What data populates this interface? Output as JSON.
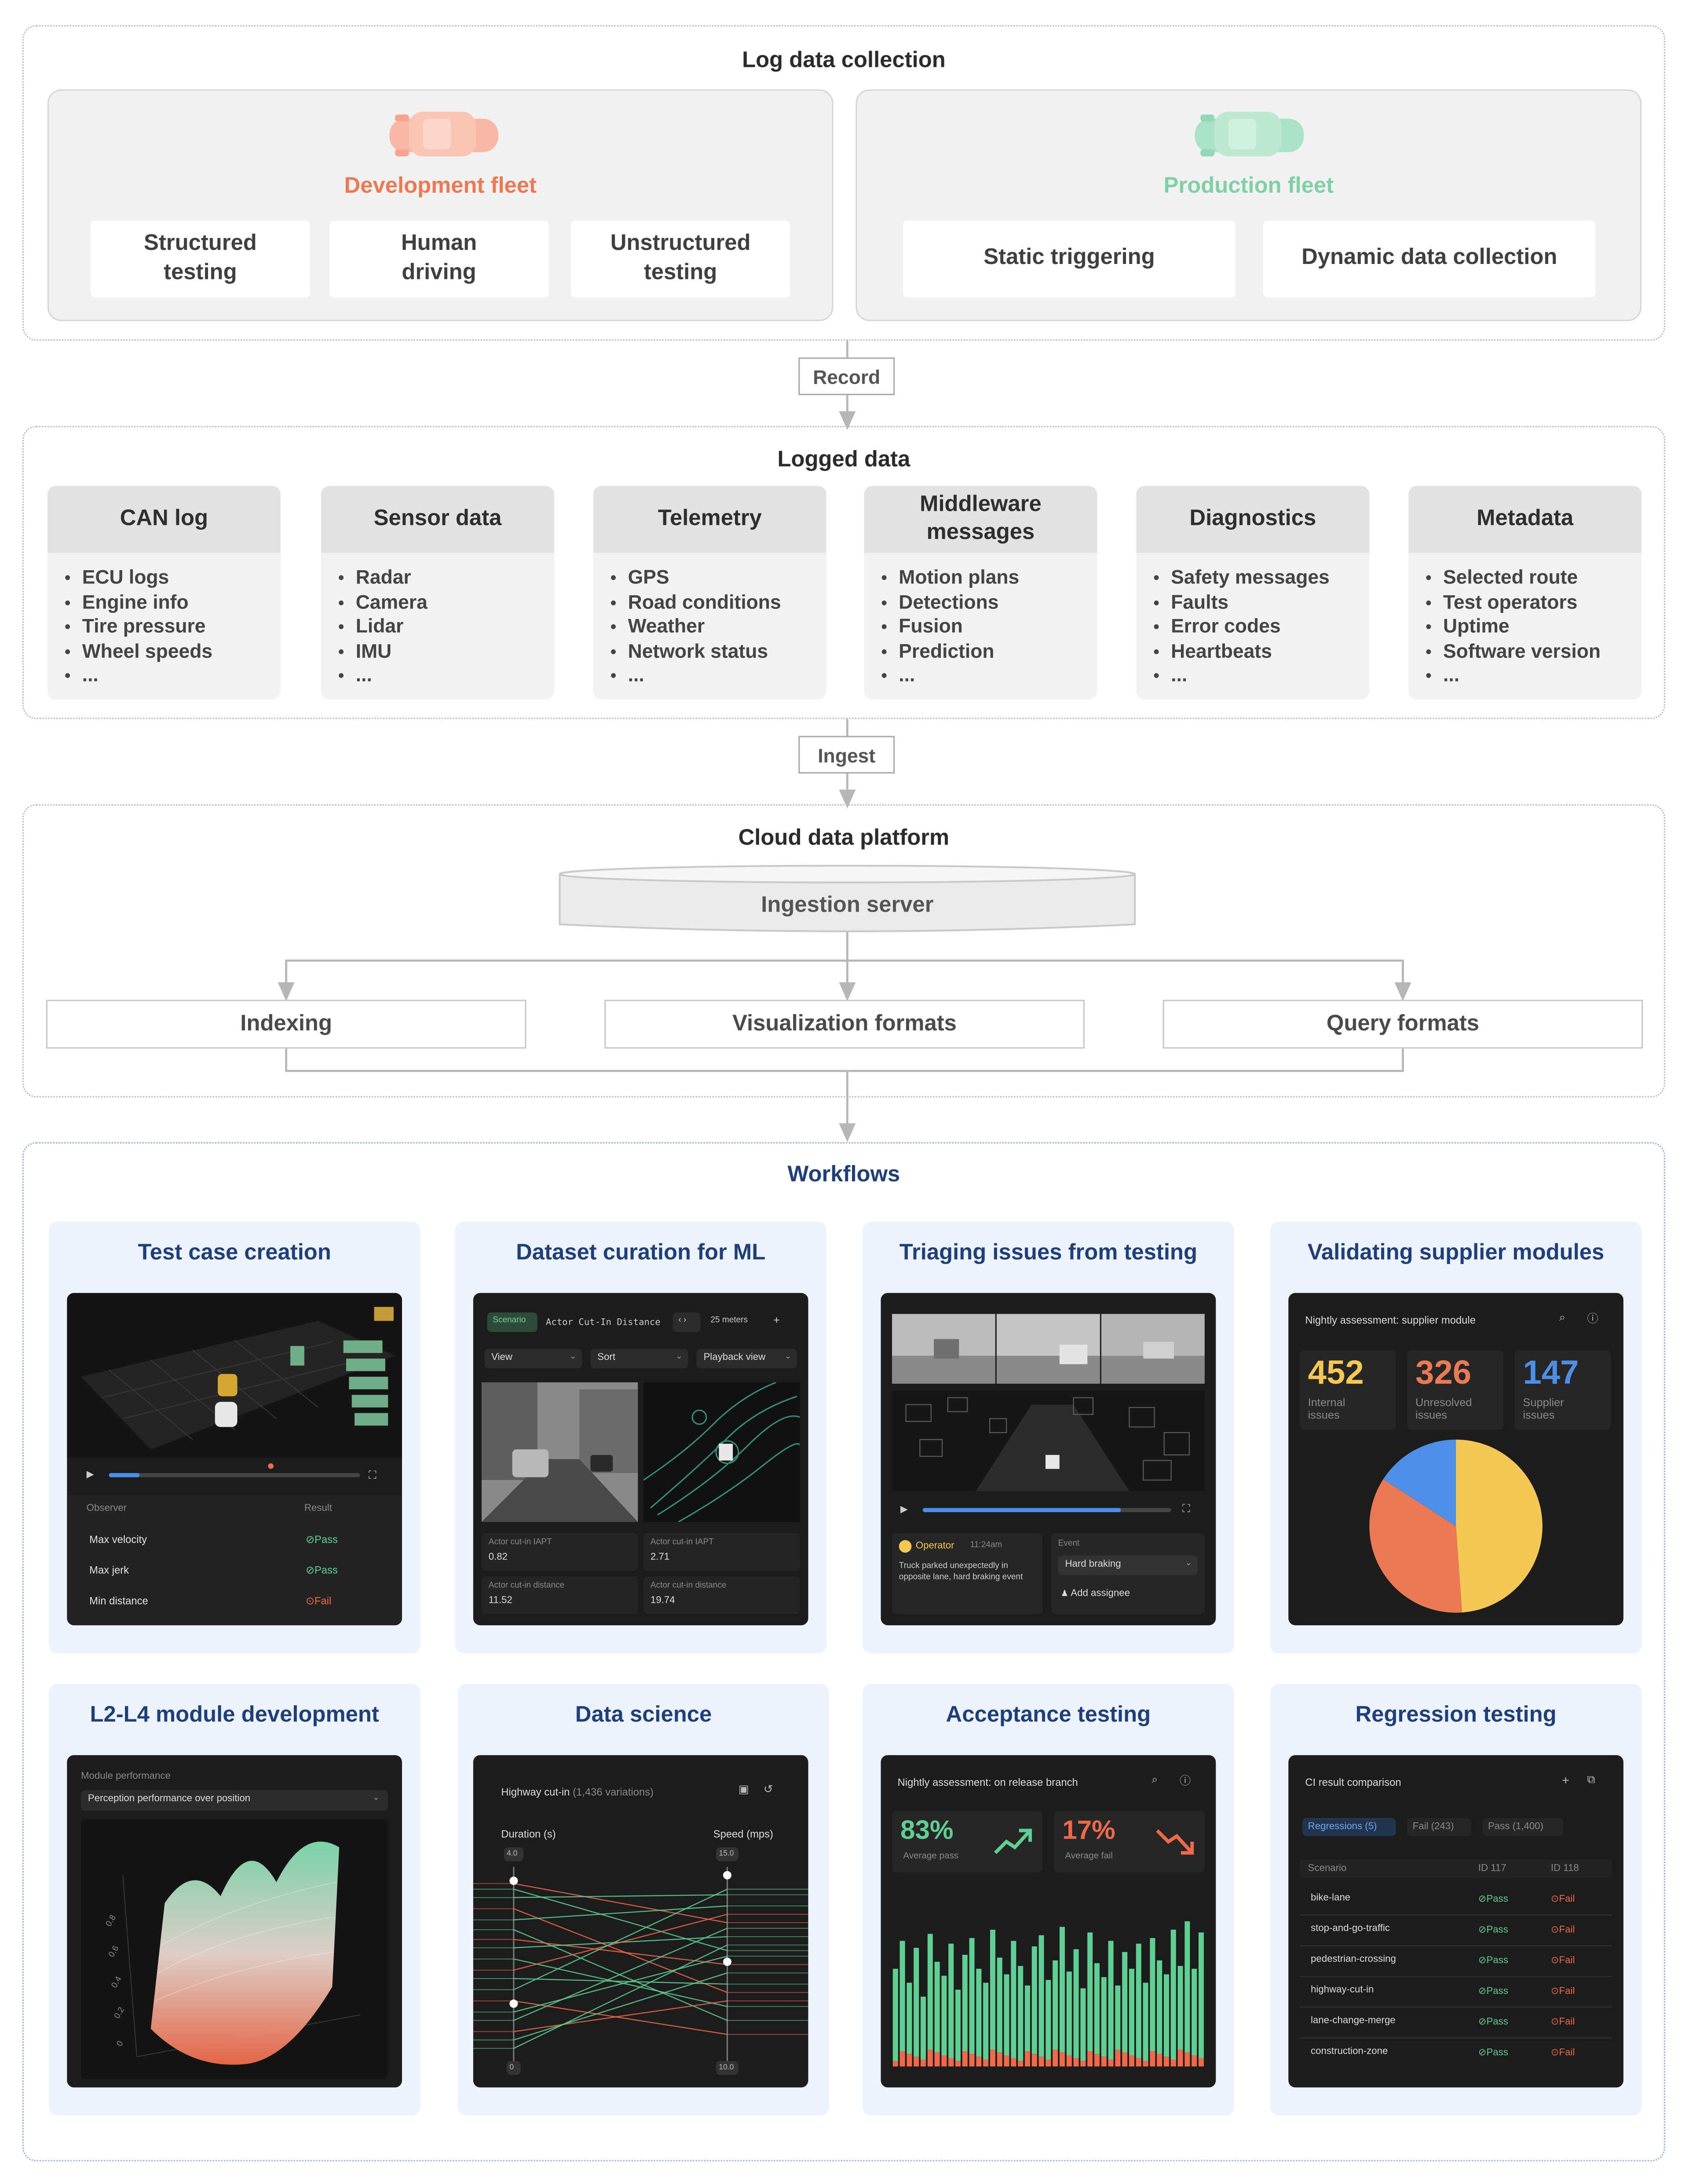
{
  "log_collection": {
    "title": "Log data collection",
    "dev_fleet": {
      "title": "Development fleet",
      "color": "#ea7a54",
      "car_icon": "car-icon",
      "items": [
        "Structured\ntesting",
        "Human\ndriving",
        "Unstructured\ntesting"
      ]
    },
    "prod_fleet": {
      "title": "Production fleet",
      "color": "#7fcfa7",
      "car_icon": "car-icon",
      "items": [
        "Static triggering",
        "Dynamic data collection"
      ]
    }
  },
  "record_label": "Record",
  "logged": {
    "title": "Logged data",
    "cards": [
      {
        "title": "CAN log",
        "items": [
          "ECU logs",
          "Engine info",
          "Tire pressure",
          "Wheel speeds",
          "..."
        ]
      },
      {
        "title": "Sensor data",
        "items": [
          "Radar",
          "Camera",
          "Lidar",
          "IMU",
          "..."
        ]
      },
      {
        "title": "Telemetry",
        "items": [
          "GPS",
          "Road conditions",
          "Weather",
          "Network status",
          "..."
        ]
      },
      {
        "title": "Middleware\nmessages",
        "items": [
          "Motion plans",
          "Detections",
          "Fusion",
          "Prediction",
          "..."
        ]
      },
      {
        "title": "Diagnostics",
        "items": [
          "Safety messages",
          "Faults",
          "Error codes",
          "Heartbeats",
          "..."
        ]
      },
      {
        "title": "Metadata",
        "items": [
          "Selected route",
          "Test operators",
          "Uptime",
          "Software version",
          "..."
        ]
      }
    ]
  },
  "ingest_label": "Ingest",
  "cloud": {
    "title": "Cloud data platform",
    "server": "Ingestion server",
    "outputs": [
      "Indexing",
      "Visualization formats",
      "Query formats"
    ]
  },
  "workflows": {
    "title": "Workflows",
    "cards": [
      "Test case creation",
      "Dataset curation for ML",
      "Triaging issues from testing",
      "Validating supplier modules",
      "L2-L4 module development",
      "Data science",
      "Acceptance testing",
      "Regression testing"
    ],
    "test_case": {
      "col_observer": "Observer",
      "col_result": "Result",
      "rows": [
        {
          "name": "Max velocity",
          "result": "Pass"
        },
        {
          "name": "Max jerk",
          "result": "Pass"
        },
        {
          "name": "Min distance",
          "result": "Fail"
        }
      ],
      "progress": 0.12
    },
    "dataset": {
      "scenario_tag": "Scenario",
      "scenario_name": "Actor Cut-In Distance",
      "distance": "25 meters",
      "view": "View",
      "sort": "Sort",
      "playback": "Playback view",
      "stats": [
        {
          "label": "Actor cut-in IAPT",
          "value": "0.82"
        },
        {
          "label": "Actor cut-in IAPT",
          "value": "2.71"
        },
        {
          "label": "Actor cut-in distance",
          "value": "11.52"
        },
        {
          "label": "Actor cut-in distance",
          "value": "19.74"
        }
      ]
    },
    "triage": {
      "operator": "Operator",
      "time": "11:24am",
      "message": "Truck parked unexpectedly in opposite lane, hard braking event",
      "event_label": "Event",
      "event_value": "Hard braking",
      "assign": "Add assignee",
      "progress": 0.8
    },
    "supplier": {
      "header": "Nightly assessment: supplier module",
      "stats": [
        {
          "value": "452",
          "label": "Internal\nissues",
          "color": "#f5c754"
        },
        {
          "value": "326",
          "label": "Unresolved\nissues",
          "color": "#ea7a54"
        },
        {
          "value": "147",
          "label": "Supplier\nissues",
          "color": "#4d8fe6"
        }
      ]
    },
    "l2l4": {
      "header": "Module performance",
      "select": "Perception performance over position",
      "ticks": [
        "0.8",
        "0.6",
        "0.4",
        "0.2",
        "0"
      ]
    },
    "data_science": {
      "header": "Highway cut-in",
      "variations": "(1,436 variations)",
      "axis1": "Duration (s)",
      "axis1_max": "4.0",
      "axis1_min": "0",
      "axis2": "Speed (mps)",
      "axis2_max": "15.0",
      "axis2_min": "10.0"
    },
    "acceptance": {
      "header": "Nightly assessment: on release branch",
      "pass_value": "83%",
      "pass_label": "Average pass",
      "fail_value": "17%",
      "fail_label": "Average fail",
      "pass_color": "#5fcf93",
      "fail_color": "#ee6a4a"
    },
    "regression": {
      "header": "CI result comparison",
      "tabs": [
        "Regressions (5)",
        "Fail (243)",
        "Pass (1,400)"
      ],
      "cols": [
        "Scenario",
        "ID 117",
        "ID 118"
      ],
      "rows": [
        {
          "scenario": "bike-lane",
          "a": "Pass",
          "b": "Fail"
        },
        {
          "scenario": "stop-and-go-traffic",
          "a": "Pass",
          "b": "Fail"
        },
        {
          "scenario": "pedestrian-crossing",
          "a": "Pass",
          "b": "Fail"
        },
        {
          "scenario": "highway-cut-in",
          "a": "Pass",
          "b": "Fail"
        },
        {
          "scenario": "lane-change-merge",
          "a": "Pass",
          "b": "Fail"
        },
        {
          "scenario": "construction-zone",
          "a": "Pass",
          "b": "Fail"
        }
      ]
    }
  }
}
